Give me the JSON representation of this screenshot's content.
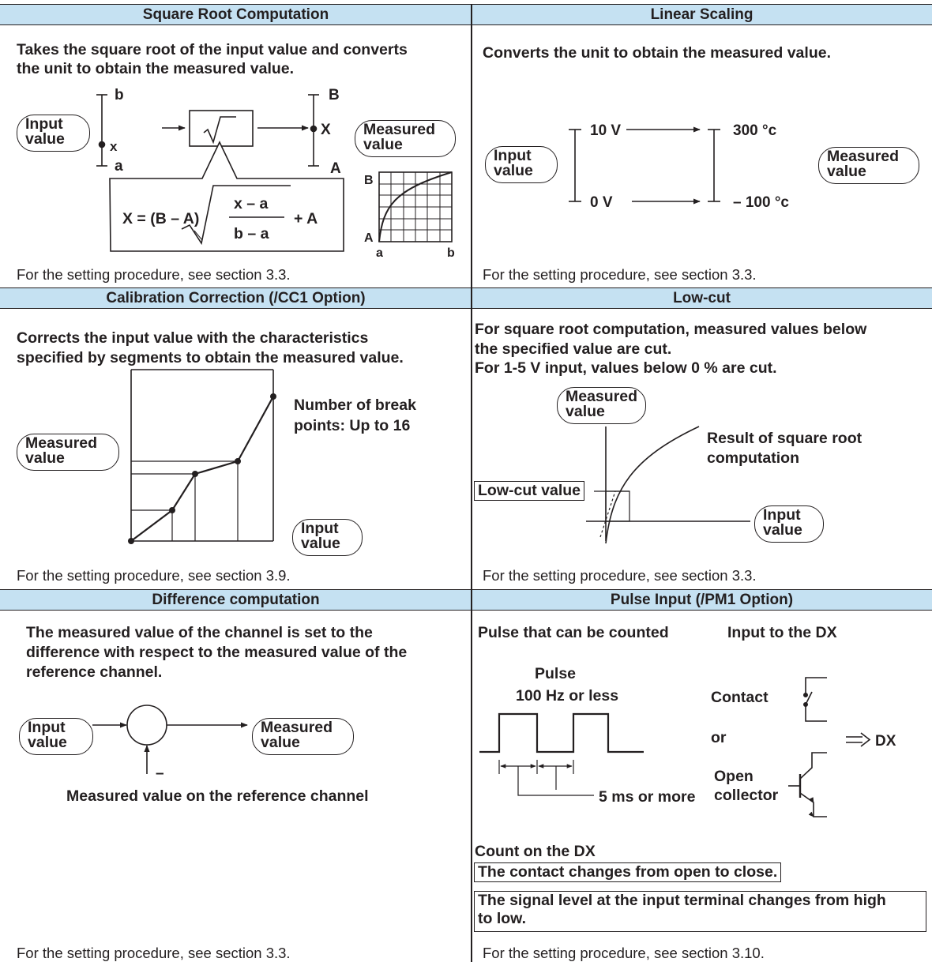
{
  "sections": {
    "square_root": {
      "title": "Square Root Computation",
      "description": [
        "Takes the square root of the input value and converts",
        "the unit to obtain the measured value."
      ],
      "input_pill": [
        "Input",
        "value"
      ],
      "measured_pill": [
        "Measured",
        "value"
      ],
      "labels": {
        "b": "b",
        "x": "x",
        "a": "a",
        "B": "B",
        "X": "X",
        "A": "A"
      },
      "formula": {
        "lhs": "X = (B – A)",
        "num": "x – a",
        "den": "b – a",
        "tail": "+ A"
      },
      "graph_labels": {
        "B": "B",
        "A": "A",
        "a": "a",
        "b": "b"
      },
      "footer": "For the setting procedure, see section 3.3."
    },
    "linear_scaling": {
      "title": "Linear Scaling",
      "description": [
        "Converts the unit to obtain the measured value."
      ],
      "input_pill": [
        "Input",
        "value"
      ],
      "measured_pill": [
        "Measured",
        "value"
      ],
      "top_in": "10 V",
      "bottom_in": "0 V",
      "top_out": "300 °c",
      "bottom_out": "– 100 °c",
      "footer": "For the setting procedure, see section 3.3."
    },
    "calibration": {
      "title": "Calibration Correction (/CC1 Option)",
      "description": [
        "Corrects the input value with the characteristics",
        "specified by segments to obtain the measured value."
      ],
      "measured_pill": [
        "Measured",
        "value"
      ],
      "input_pill": [
        "Input",
        "value"
      ],
      "note": [
        "Number of break",
        "points: Up to 16"
      ],
      "footer": "For the setting procedure, see section 3.9."
    },
    "low_cut": {
      "title": "Low-cut",
      "description": [
        "For square root computation, measured values below",
        "the specified value are cut.",
        "For 1-5 V input, values below 0 % are cut."
      ],
      "measured_pill": [
        "Measured",
        "value"
      ],
      "input_pill": [
        "Input",
        "value"
      ],
      "curve_label": [
        "Result of square root",
        "computation"
      ],
      "lowcut_label": "Low-cut value",
      "footer": "For the setting procedure, see section 3.3."
    },
    "difference": {
      "title": "Difference computation",
      "description": [
        "The measured value of the channel is set to the",
        "difference with respect to the measured value of the",
        "reference channel."
      ],
      "input_pill": [
        "Input",
        "value"
      ],
      "measured_pill": [
        "Measured",
        "value"
      ],
      "minus": "–",
      "reference_label": "Measured value on the reference channel",
      "footer": "For the setting procedure, see section 3.3."
    },
    "pulse": {
      "title": "Pulse Input (/PM1 Option)",
      "col1_heading": "Pulse that can be counted",
      "col2_heading": "Input to the DX",
      "pulse_label": [
        "Pulse",
        "100 Hz or less"
      ],
      "timing_label": "5 ms or more",
      "contact": "Contact",
      "or": "or",
      "open_collector": [
        "Open",
        "collector"
      ],
      "dx": "DX",
      "count_heading": "Count on the DX",
      "count_items": [
        "The contact changes from open to close.",
        "The signal level at the input terminal changes from high",
        "to low."
      ],
      "footer": "For the setting procedure, see section 3.10."
    }
  }
}
